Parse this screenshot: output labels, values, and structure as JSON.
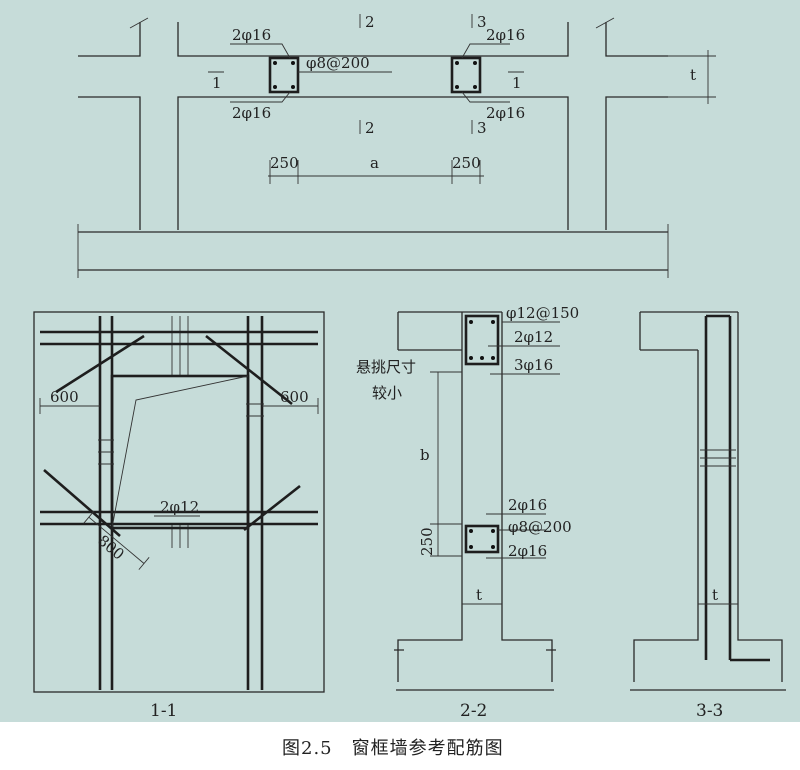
{
  "plan": {
    "rebar_top_left": "2φ16",
    "rebar_top_right": "2φ16",
    "stirrup": "φ8@200",
    "rebar_bottom_left": "2φ16",
    "rebar_bottom_right": "2φ16",
    "section_1_left": "1",
    "section_1_right": "1",
    "section_2_top": "2",
    "section_2_bottom": "2",
    "section_3_top": "3",
    "section_3_bottom": "3",
    "dim_250_left": "250",
    "dim_a": "a",
    "dim_250_right": "250",
    "dim_t": "t"
  },
  "elevation_1_1": {
    "dim_600_left": "600",
    "dim_600_right": "600",
    "dim_800": "800",
    "rebar_label": "2φ12",
    "title": "1-1"
  },
  "section_2_2": {
    "stirrup_top": "φ12@150",
    "rebar_top_1": "2φ12",
    "rebar_top_2": "3φ16",
    "note_line1": "悬挑尺寸",
    "note_line2": "较小",
    "dim_b": "b",
    "rebar_mid_top": "2φ16",
    "stirrup_mid": "φ8@200",
    "rebar_mid_bottom": "2φ16",
    "dim_250": "250",
    "dim_t": "t",
    "title": "2-2"
  },
  "section_3_3": {
    "dim_t": "t",
    "title": "3-3"
  },
  "caption": "图2.5　窗框墙参考配筋图"
}
